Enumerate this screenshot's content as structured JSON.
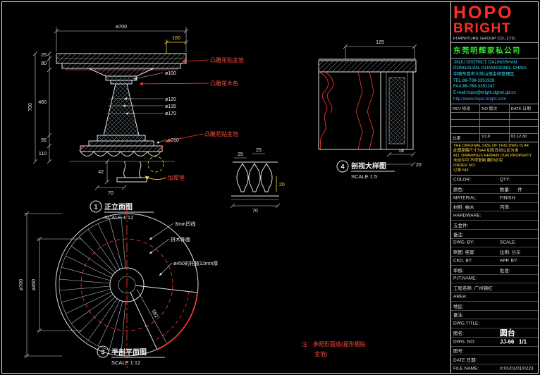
{
  "drawing": {
    "elevation": {
      "num": "1",
      "title": "正立面图",
      "scale": "SCALE 1:12",
      "dim_d700": "ø700",
      "dim_100": "100",
      "dim_25": "25",
      "dim_80": "80",
      "dim_460": "460",
      "dim_55": "55",
      "dim_110": "110",
      "dim_total": "700",
      "dia_100": "ø100",
      "dia_120": "ø120",
      "dia_135": "ø135",
      "dia_170": "ø170",
      "dia_250": "ø250",
      "dim_42": "42",
      "dim_70": "70",
      "note_gold_top": "凸雕花贴金箔",
      "note_wood": "凸雕花木色",
      "note_gold_base": "凸雕花贴金箔",
      "note_pad": "加厚垫"
    },
    "leg": {
      "dim_25a": "25",
      "dim_25b": "25",
      "dim_20": "20",
      "dim_70": "70"
    },
    "section": {
      "num": "4",
      "title": "剖视大样图",
      "scale": "SCALE 1:5",
      "dim_125": "125",
      "dim_18": "18",
      "dim_20": "20"
    },
    "plan": {
      "num": "3",
      "title": "半剖平面图",
      "scale": "SCALE 1:12",
      "dim_d700": "ø700",
      "dim_d450": "ø450",
      "dim_562": "562",
      "note_groove": "3mm凹线",
      "note_veneer": "拼木饰面",
      "note_bracket": "ø450的托板12mm厚"
    },
    "footnote_line1": "注：参照形面造(振形梱贴",
    "footnote_line2": "金箔)"
  },
  "titleblock": {
    "logo_top": "HOPO",
    "logo_bottom": "BRIGHT",
    "logo_sub": "FURNITURE GROUP CO.,LTD.",
    "company_cn": "东莞明辉家私公司",
    "address": [
      "JINJU DISTRICT, DALINGSHAN,",
      "DONGGUAN, GUANGDONG, CHINA",
      "中国东莞市大岭山镇金桔管理区",
      "TEL:86-769-3351928",
      "FAX:86-769-3351247",
      "E-mail:hopo@bright.dgnet.gd.cn"
    ],
    "website": "http://www.hopo-bright.com",
    "rev_header": {
      "rev": "REV 修改",
      "no": "NO 版次",
      "date": "DATE 日期"
    },
    "rev_entry": {
      "rev": "比率",
      "no": "V1.0",
      "date": "03.12.30"
    },
    "copyright": [
      "THE ORIGINAL SIZE OF THIS DWG IS A4",
      "此图原稿尺寸为A4 如有改动以此为准",
      "ALL DRAWINGS REMAIN OUR PROPERTY",
      "未经许可 不得复制 翻印必究",
      "ORDER NO:",
      "订单 NO:"
    ],
    "fields": [
      {
        "l": "COLOR:",
        "r": "QTY:"
      },
      {
        "l": "颜色:",
        "r": "数量:      件"
      },
      {
        "l": "MATERIAL:",
        "r": "FINISH:"
      },
      {
        "l": "材料: 柚木",
        "r": "内饰:"
      },
      {
        "l": "HARDWARE:",
        "r": ""
      },
      {
        "l": "五金件:",
        "r": ""
      },
      {
        "l": "备注:",
        "r": ""
      },
      {
        "l": "DWG. BY:",
        "r": "SCALE:"
      },
      {
        "l": "制图: 桂屏",
        "r": "比例: 分示"
      },
      {
        "l": "CKD. BY:",
        "r": "APP. BY:"
      },
      {
        "l": "审核:",
        "r": "批准:"
      },
      {
        "l": "PJT.NAME:",
        "r": ""
      },
      {
        "l": "工程名称: 广州锦红",
        "r": ""
      },
      {
        "l": "AREA:",
        "r": ""
      },
      {
        "l": "地区:",
        "r": ""
      },
      {
        "l": "备注:",
        "r": ""
      },
      {
        "l": "DWG.TITLE:",
        "r": ""
      },
      {
        "l": "图名:",
        "r": "圆台"
      },
      {
        "l": "DWG. NO:",
        "r": "JJ-66   1/1"
      },
      {
        "l": "图号:",
        "r": ""
      },
      {
        "l": "DATE 日期:",
        "r": ""
      },
      {
        "l": "FILE NAME:",
        "r": "X:01/01/01/0223"
      }
    ]
  }
}
